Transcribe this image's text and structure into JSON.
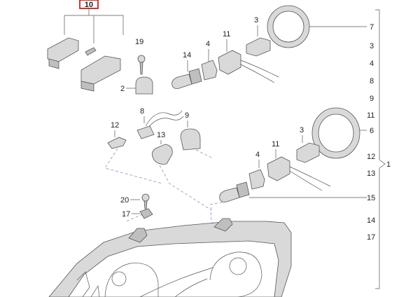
{
  "highlight": {
    "label": "10",
    "color": "#cc0000"
  },
  "callouts": {
    "c2": "2",
    "c3a": "3",
    "c3b": "3",
    "c4a": "4",
    "c4b": "4",
    "c6": "6",
    "c7": "7",
    "c8": "8",
    "c9": "9",
    "c11a": "11",
    "c11b": "11",
    "c12": "12",
    "c13": "13",
    "c14": "14",
    "c15": "15",
    "c17": "17",
    "c19": "19",
    "c20": "20"
  },
  "right_column": [
    "7",
    "3",
    "4",
    "8",
    "9",
    "11",
    "6",
    "12",
    "13",
    "15",
    "14",
    "17"
  ],
  "right_group_label": "1",
  "colors": {
    "line": "#555555",
    "dashed": "#7a9bbf",
    "part_fill": "#d9d9d9"
  }
}
